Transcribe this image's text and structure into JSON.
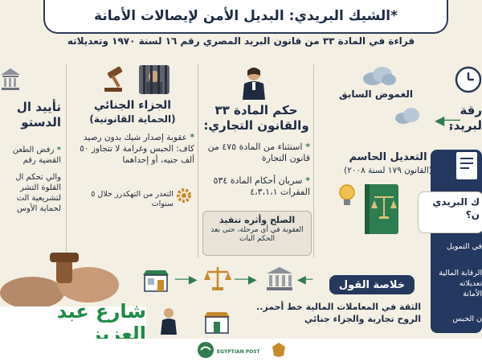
{
  "title": "*الشيك البريدي: البديل الأمن لإيصالات الأمانة",
  "subtitle": "قراءة في المادة ٣٣ من قانون البريد المصري رقم ١٦ لسنة ١٩٧٠ وتعديلاته",
  "col_far_left": {
    "heading_line1": "تأييد ال",
    "heading_line2": "الدستو",
    "bullets": [
      "رفض الطعن",
      "القضية رقم",
      "والي تحكم ال",
      "القلوة التشر",
      "لتشريعية الت",
      "لحماية الأوس"
    ]
  },
  "col_penalty": {
    "heading": "الجزاء الجنائي",
    "subheading": "(الحماية القانونية)",
    "bullets": [
      "عقوبة إصدار شيك بدون رصيد كاف: الحبس وغرامة لا تتجاوز ٥٠ ألف جنيه، أو إحداهما",
      "التعدر من التهكدرر خلال ٥ سنوات"
    ]
  },
  "col_article": {
    "heading_line1": "حكم المادة ٣٣",
    "heading_line2": "والقانون التجاري:",
    "bullets": [
      "استثناء من المادة ٤٧٥ من قانون التجارة",
      "سريان أحكام المادة ٥٣٤ الفقرات ٤،٣،١،١"
    ],
    "note_title": "الصلح وأثره تنفيذ",
    "note_body": "العقوبة في أي مرحلة، حتى بعد الحكم البات"
  },
  "col_history": {
    "item1": "الغموض السابق",
    "item2_title": "التعديل الحاسم",
    "item2_sub": "(القانون ١٧٩ لسنة ٢٠٠٨)"
  },
  "col_far_right": {
    "heading_line1": "رقة",
    "heading_line2": "لبريدي",
    "card_title1": "ك البريدي",
    "card_title2": "ن؟",
    "card_items": [
      "في التمويل",
      "الرقابة المالية",
      "تعديلاته",
      "الأمانة",
      "ن الحبس"
    ]
  },
  "conclusion": {
    "label": "خلاصة القول",
    "line1": "الثقة في المعاملات المالية خط أحمر..",
    "line2": "الروح تجارية والجزاء جنائي"
  },
  "banner_text": "شارع عبد العزيز",
  "footer_logo_text": "EGYPTIAN POST",
  "colors": {
    "navy": "#24395f",
    "green": "#2e7d4f",
    "bg": "#f4efe3"
  }
}
